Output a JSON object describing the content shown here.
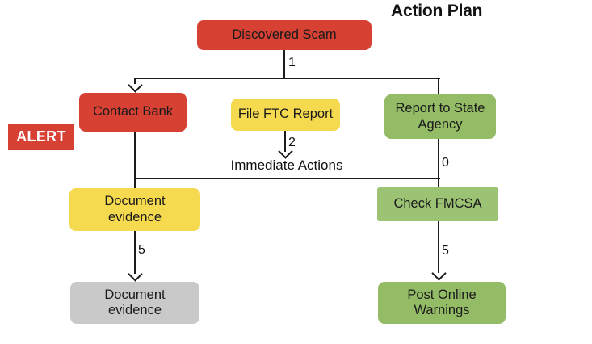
{
  "title": "Action Plan",
  "alert": {
    "label": "ALERT"
  },
  "nodes": {
    "discovered_scam": {
      "label": "Discovered Scam",
      "color": "#d64134"
    },
    "contact_bank": {
      "label": "Contact Bank",
      "color": "#d64134"
    },
    "file_ftc_report": {
      "label": "File FTC Report",
      "color": "#f5d94f"
    },
    "report_to_state_agency": {
      "label": "Report to State Agency",
      "color": "#94bc67"
    },
    "document_evidence_step": {
      "label": "Document evidence",
      "color": "#f5d94f"
    },
    "check_fmcsa": {
      "label": "Check FMCSA",
      "color": "#9cc274"
    },
    "document_evidence_final": {
      "label": "Document evidence",
      "color": "#c9c9c9"
    },
    "post_online_warnings": {
      "label": "Post Online Warnings",
      "color": "#94bc67"
    }
  },
  "edge_labels": {
    "scam_to_branch": "1",
    "ftc_to_immediate": "2",
    "state_to_fmcsa": "0",
    "evidence_to_evidence": "5",
    "fmcsa_to_warnings": "5"
  },
  "annotations": {
    "immediate_actions": "Immediate Actions"
  },
  "colors": {
    "red": "#d64134",
    "yellow": "#f5d94f",
    "green": "#94bc67",
    "green_light": "#9cc274",
    "gray": "#c9c9c9",
    "line": "#1c1c1c"
  }
}
